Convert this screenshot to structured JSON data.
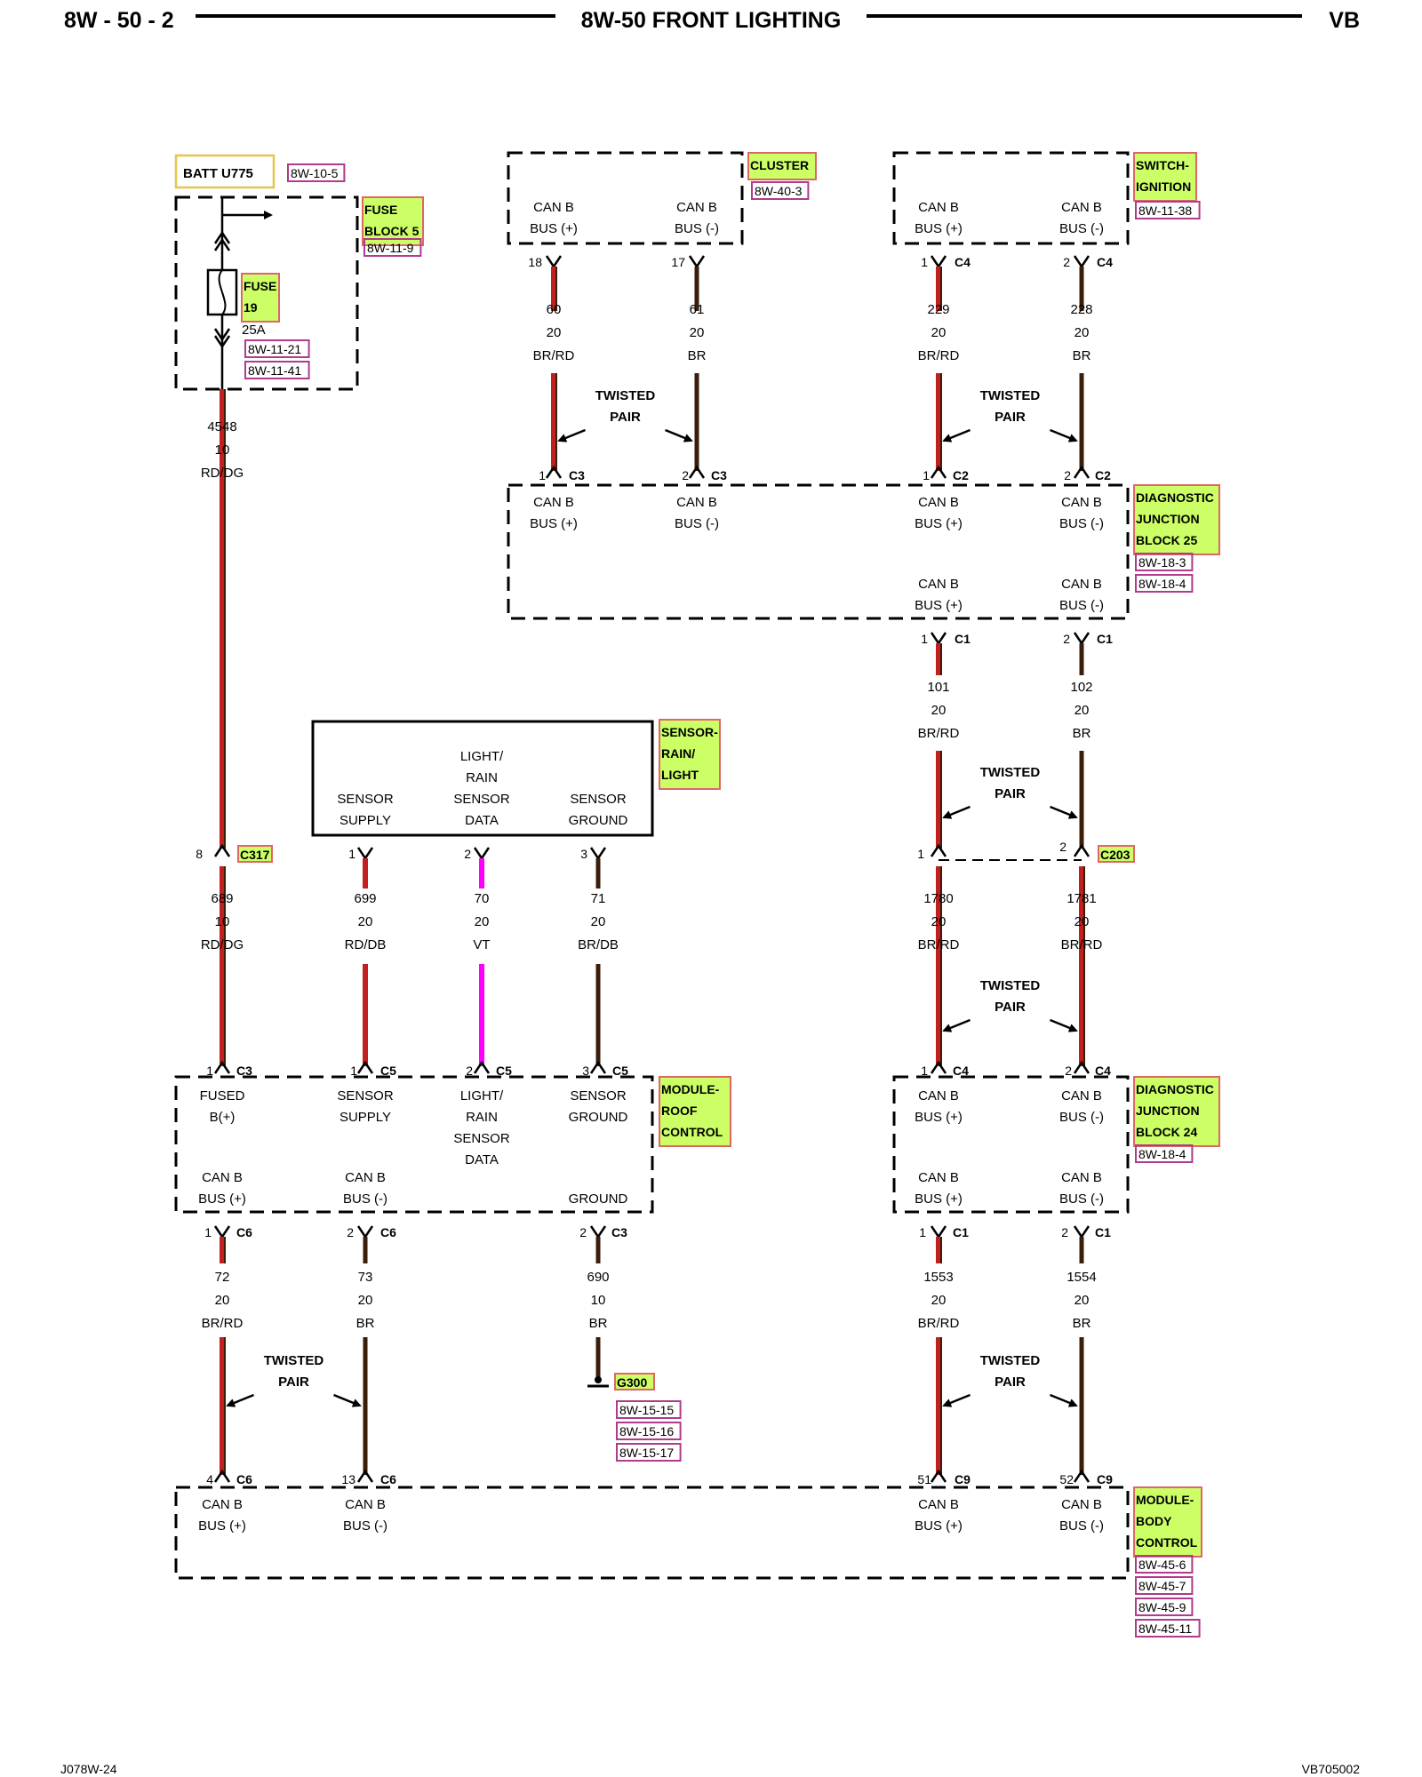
{
  "header": {
    "left": "8W - 50 - 2",
    "center": "8W-50 FRONT LIGHTING",
    "right": "VB"
  },
  "footer": {
    "left": "J078W-24",
    "right": "VB705002"
  },
  "colors": {
    "wire_red": "#c21f1f",
    "wire_brown": "#3b1e0a",
    "wire_magenta": "#ff00ff",
    "tag_fill": "#ccff66",
    "tag_border": "#e06666",
    "ref_border": "#b03a8c",
    "batt_border": "#e6c64a"
  },
  "batt": {
    "label": "BATT U775",
    "ref": "8W-10-5"
  },
  "fuse_block_5": {
    "name": [
      "FUSE",
      "BLOCK 5"
    ],
    "ref": "8W-11-9",
    "fuse_name": [
      "FUSE",
      "19"
    ],
    "rating": "25A",
    "refs": [
      "8W-11-21",
      "8W-11-41"
    ]
  },
  "cluster": {
    "name": [
      "CLUSTER"
    ],
    "ref": "8W-40-3",
    "pins": [
      [
        "CAN B",
        "BUS (+)"
      ],
      [
        "CAN B",
        "BUS (-)"
      ]
    ]
  },
  "switch_ignition": {
    "name": [
      "SWITCH-",
      "IGNITION"
    ],
    "ref": "8W-11-38",
    "pins": [
      [
        "CAN B",
        "BUS (+)"
      ],
      [
        "CAN B",
        "BUS (-)"
      ]
    ]
  },
  "djb25": {
    "name": [
      "DIAGNOSTIC",
      "JUNCTION",
      "BLOCK 25"
    ],
    "refs": [
      "8W-18-3",
      "8W-18-4"
    ],
    "pins": [
      [
        "CAN B",
        "BUS (+)"
      ],
      [
        "CAN B",
        "BUS (-)"
      ],
      [
        "CAN B",
        "BUS (+)"
      ],
      [
        "CAN B",
        "BUS (-)"
      ],
      [
        "CAN B",
        "BUS (+)"
      ],
      [
        "CAN B",
        "BUS (-)"
      ]
    ]
  },
  "sensor": {
    "name": [
      "SENSOR-",
      "RAIN/",
      "LIGHT"
    ],
    "pins": [
      [
        "SENSOR",
        "SUPPLY"
      ],
      [
        "LIGHT/",
        "RAIN",
        "SENSOR",
        "DATA"
      ],
      [
        "SENSOR",
        "GROUND"
      ]
    ]
  },
  "roof": {
    "name": [
      "MODULE-",
      "ROOF",
      "CONTROL"
    ],
    "pins": [
      [
        "FUSED",
        "B(+)"
      ],
      [
        "SENSOR",
        "SUPPLY"
      ],
      [
        "LIGHT/",
        "RAIN",
        "SENSOR",
        "DATA"
      ],
      [
        "SENSOR",
        "GROUND"
      ],
      [
        "CAN B",
        "BUS (+)"
      ],
      [
        "CAN B",
        "BUS (-)"
      ],
      [
        "GROUND"
      ]
    ]
  },
  "djb24": {
    "name": [
      "DIAGNOSTIC",
      "JUNCTION",
      "BLOCK 24"
    ],
    "ref": "8W-18-4",
    "pins": [
      [
        "CAN B",
        "BUS (+)"
      ],
      [
        "CAN B",
        "BUS (-)"
      ],
      [
        "CAN B",
        "BUS (+)"
      ],
      [
        "CAN B",
        "BUS (-)"
      ]
    ]
  },
  "bcm": {
    "name": [
      "MODULE-",
      "BODY",
      "CONTROL"
    ],
    "refs": [
      "8W-45-6",
      "8W-45-7",
      "8W-45-9",
      "8W-45-11"
    ],
    "pins": [
      [
        "CAN B",
        "BUS (+)"
      ],
      [
        "CAN B",
        "BUS (-)"
      ],
      [
        "CAN B",
        "BUS (+)"
      ],
      [
        "CAN B",
        "BUS (-)"
      ]
    ]
  },
  "twisted_pair": [
    "TWISTED",
    "PAIR"
  ],
  "c317": "C317",
  "c203": "C203",
  "g300": {
    "name": "G300",
    "refs": [
      "8W-15-15",
      "8W-15-16",
      "8W-15-17"
    ]
  },
  "wires": [
    {
      "circuit": "60",
      "gauge": "20",
      "color": "BR/RD"
    },
    {
      "circuit": "61",
      "gauge": "20",
      "color": "BR"
    },
    {
      "circuit": "229",
      "gauge": "20",
      "color": "BR/RD"
    },
    {
      "circuit": "228",
      "gauge": "20",
      "color": "BR"
    },
    {
      "circuit": "4548",
      "gauge": "10",
      "color": "RD/DG"
    },
    {
      "circuit": "101",
      "gauge": "20",
      "color": "BR/RD"
    },
    {
      "circuit": "102",
      "gauge": "20",
      "color": "BR"
    },
    {
      "circuit": "689",
      "gauge": "10",
      "color": "RD/DG"
    },
    {
      "circuit": "699",
      "gauge": "20",
      "color": "RD/DB"
    },
    {
      "circuit": "70",
      "gauge": "20",
      "color": "VT"
    },
    {
      "circuit": "71",
      "gauge": "20",
      "color": "BR/DB"
    },
    {
      "circuit": "1780",
      "gauge": "20",
      "color": "BR/RD"
    },
    {
      "circuit": "1781",
      "gauge": "20",
      "color": "BR/RD"
    },
    {
      "circuit": "72",
      "gauge": "20",
      "color": "BR/RD"
    },
    {
      "circuit": "73",
      "gauge": "20",
      "color": "BR"
    },
    {
      "circuit": "690",
      "gauge": "10",
      "color": "BR"
    },
    {
      "circuit": "1553",
      "gauge": "20",
      "color": "BR/RD"
    },
    {
      "circuit": "1554",
      "gauge": "20",
      "color": "BR"
    }
  ],
  "connectors": [
    {
      "pin": "18",
      "name": ""
    },
    {
      "pin": "17",
      "name": ""
    },
    {
      "pin": "1",
      "name": "C4"
    },
    {
      "pin": "2",
      "name": "C4"
    },
    {
      "pin": "1",
      "name": "C3"
    },
    {
      "pin": "2",
      "name": "C3"
    },
    {
      "pin": "1",
      "name": "C2"
    },
    {
      "pin": "2",
      "name": "C2"
    },
    {
      "pin": "1",
      "name": "C1"
    },
    {
      "pin": "2",
      "name": "C1"
    },
    {
      "pin": "8",
      "name": ""
    },
    {
      "pin": "1",
      "name": ""
    },
    {
      "pin": "2",
      "name": ""
    },
    {
      "pin": "3",
      "name": ""
    },
    {
      "pin": "1",
      "name": ""
    },
    {
      "pin": "2",
      "name": ""
    },
    {
      "pin": "1",
      "name": "C3"
    },
    {
      "pin": "1",
      "name": "C5"
    },
    {
      "pin": "2",
      "name": "C5"
    },
    {
      "pin": "3",
      "name": "C5"
    },
    {
      "pin": "1",
      "name": "C4"
    },
    {
      "pin": "2",
      "name": "C4"
    },
    {
      "pin": "1",
      "name": "C6"
    },
    {
      "pin": "2",
      "name": "C6"
    },
    {
      "pin": "2",
      "name": "C3"
    },
    {
      "pin": "1",
      "name": "C1"
    },
    {
      "pin": "2",
      "name": "C1"
    },
    {
      "pin": "4",
      "name": "C6"
    },
    {
      "pin": "13",
      "name": "C6"
    },
    {
      "pin": "51",
      "name": "C9"
    },
    {
      "pin": "52",
      "name": "C9"
    }
  ]
}
